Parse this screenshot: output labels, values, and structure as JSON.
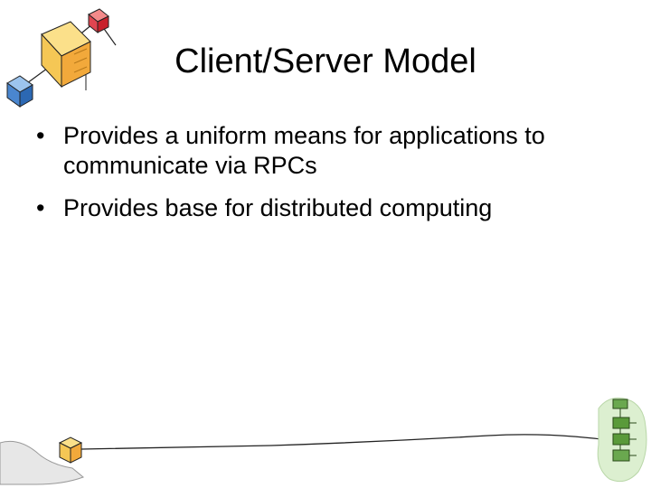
{
  "slide": {
    "title": "Client/Server Model",
    "bullets": [
      {
        "marker": "•",
        "text": "Provides a uniform means for applications to communicate via RPCs"
      },
      {
        "marker": "•",
        "text": "Provides base for distributed computing"
      }
    ]
  },
  "decorations": {
    "top_left": "network-cubes-illustration",
    "bottom_left": "hand-holding-cube-illustration",
    "bottom_right": "stacked-server-modules-illustration"
  },
  "colors": {
    "background": "#ffffff",
    "text": "#000000",
    "cube_yellow": "#f2c24a",
    "cube_blue": "#3a7ec7",
    "cube_red": "#d9343e",
    "module_green": "#5a9a3a"
  }
}
